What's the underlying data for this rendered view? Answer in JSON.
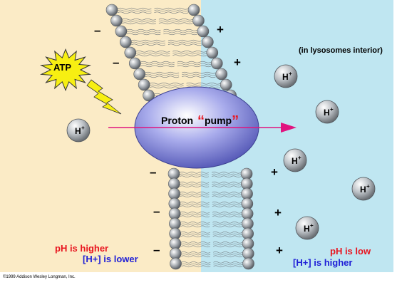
{
  "colors": {
    "cytosol_bg": "#fbebc6",
    "lysosome_bg": "#bfe6f1",
    "pump": "#6f73c9",
    "arrow": "#e0147f",
    "atp_burst": "#f7ef12",
    "lipid_head": "#8f9499",
    "ph_text": "#e8141e",
    "h_conc_text": "#1f1fd6"
  },
  "labels": {
    "atp": "ATP",
    "pump_word_1": "Proton",
    "pump_word_2": "pump",
    "lysosome_note": "(in lysosomes interior)",
    "left_ph": "pH is higher",
    "left_h": "[H+] is lower",
    "right_ph": "pH is low",
    "right_h": "[H+] is higher",
    "copyright": "©1999 Addison Wesley Longman, Inc."
  },
  "ion": {
    "symbol": "H",
    "charge": "+"
  },
  "charges": {
    "negative": "–",
    "positive": "+"
  },
  "icons": [
    "atp-burst-icon",
    "lightning-bolt-icon",
    "proton-ion-icon",
    "transport-arrow-icon"
  ]
}
